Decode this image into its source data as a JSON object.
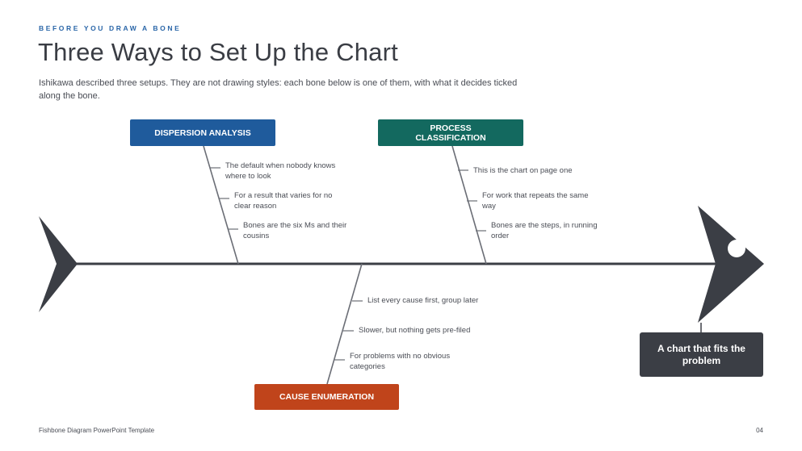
{
  "kicker": "BEFORE YOU DRAW A BONE",
  "title": "Three Ways to Set Up the Chart",
  "intro": "Ishikawa described three setups. They are not drawing styles: each bone below is one of them, with what it decides ticked along the bone.",
  "colors": {
    "dispersion": "#1f5b9c",
    "process": "#13695f",
    "enumeration": "#c0441b",
    "spine": "#3b3e45",
    "bone": "#6b6e76"
  },
  "categories": [
    {
      "label": "DISPERSION ANALYSIS",
      "notes": [
        "The default when nobody knows where to look",
        "For a result that varies for no clear reason",
        "Bones are the six Ms and their cousins"
      ]
    },
    {
      "label": "PROCESS CLASSIFICATION",
      "notes": [
        "This is the chart on page one",
        "For work that repeats the same way",
        "Bones are the steps, in running order"
      ]
    },
    {
      "label": "CAUSE ENUMERATION",
      "notes": [
        "List every cause first, group later",
        "Slower, but nothing gets pre-filed",
        "For problems with no obvious categories"
      ]
    }
  ],
  "result": "A chart that fits the problem",
  "footer": "Fishbone Diagram PowerPoint Template",
  "page_number": "04"
}
